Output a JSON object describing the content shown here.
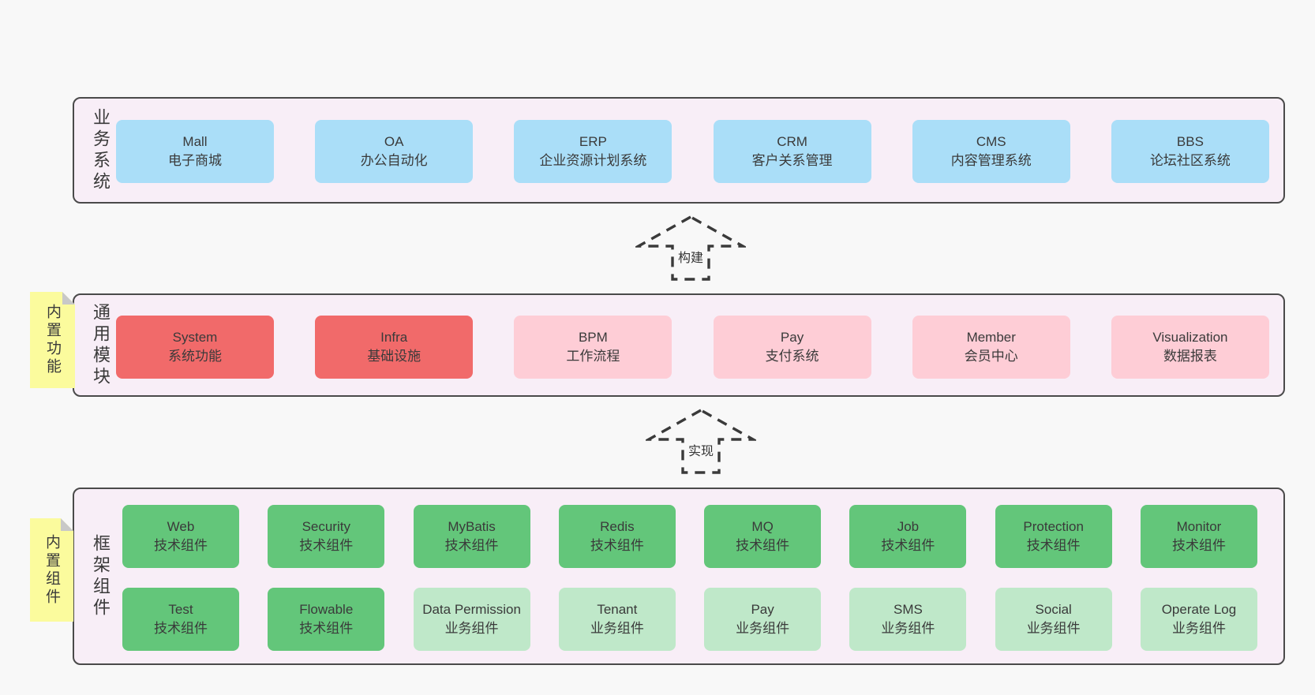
{
  "layers": {
    "business": {
      "label": "业务系统",
      "boxes": [
        {
          "title": "Mall",
          "subtitle": "电子商城",
          "variant": "blue"
        },
        {
          "title": "OA",
          "subtitle": "办公自动化",
          "variant": "blue"
        },
        {
          "title": "ERP",
          "subtitle": "企业资源计划系统",
          "variant": "blue"
        },
        {
          "title": "CRM",
          "subtitle": "客户关系管理",
          "variant": "blue"
        },
        {
          "title": "CMS",
          "subtitle": "内容管理系统",
          "variant": "blue"
        },
        {
          "title": "BBS",
          "subtitle": "论坛社区系统",
          "variant": "blue"
        }
      ]
    },
    "modules": {
      "label": "通用模块",
      "note": "内置功能",
      "boxes": [
        {
          "title": "System",
          "subtitle": "系统功能",
          "variant": "red"
        },
        {
          "title": "Infra",
          "subtitle": "基础设施",
          "variant": "red"
        },
        {
          "title": "BPM",
          "subtitle": "工作流程",
          "variant": "pink"
        },
        {
          "title": "Pay",
          "subtitle": "支付系统",
          "variant": "pink"
        },
        {
          "title": "Member",
          "subtitle": "会员中心",
          "variant": "pink"
        },
        {
          "title": "Visualization",
          "subtitle": "数据报表",
          "variant": "pink"
        }
      ]
    },
    "components": {
      "label": "框架组件",
      "note": "内置组件",
      "rows": [
        [
          {
            "title": "Web",
            "subtitle": "技术组件",
            "variant": "green"
          },
          {
            "title": "Security",
            "subtitle": "技术组件",
            "variant": "green"
          },
          {
            "title": "MyBatis",
            "subtitle": "技术组件",
            "variant": "green"
          },
          {
            "title": "Redis",
            "subtitle": "技术组件",
            "variant": "green"
          },
          {
            "title": "MQ",
            "subtitle": "技术组件",
            "variant": "green"
          },
          {
            "title": "Job",
            "subtitle": "技术组件",
            "variant": "green"
          },
          {
            "title": "Protection",
            "subtitle": "技术组件",
            "variant": "green"
          },
          {
            "title": "Monitor",
            "subtitle": "技术组件",
            "variant": "green"
          }
        ],
        [
          {
            "title": "Test",
            "subtitle": "技术组件",
            "variant": "green"
          },
          {
            "title": "Flowable",
            "subtitle": "技术组件",
            "variant": "green"
          },
          {
            "title": "Data Permission",
            "subtitle": "业务组件",
            "variant": "lightgreen"
          },
          {
            "title": "Tenant",
            "subtitle": "业务组件",
            "variant": "lightgreen"
          },
          {
            "title": "Pay",
            "subtitle": "业务组件",
            "variant": "lightgreen"
          },
          {
            "title": "SMS",
            "subtitle": "业务组件",
            "variant": "lightgreen"
          },
          {
            "title": "Social",
            "subtitle": "业务组件",
            "variant": "lightgreen"
          },
          {
            "title": "Operate Log",
            "subtitle": "业务组件",
            "variant": "lightgreen"
          }
        ]
      ]
    }
  },
  "arrows": [
    {
      "label": "构建"
    },
    {
      "label": "实现"
    }
  ],
  "palette": {
    "page_bg": "#f8f8f8",
    "layer_bg": "#f8eef7",
    "layer_border": "#4a4a4a",
    "blue_box": "#aadef8",
    "red_box": "#f16a6a",
    "pink_box": "#fecdd6",
    "green_box": "#63c67a",
    "light_green_box": "#bfe8c9",
    "note_yellow": "#fbfb9d",
    "note_fold": "#c8c8c8",
    "text": "#3a3a3a"
  }
}
